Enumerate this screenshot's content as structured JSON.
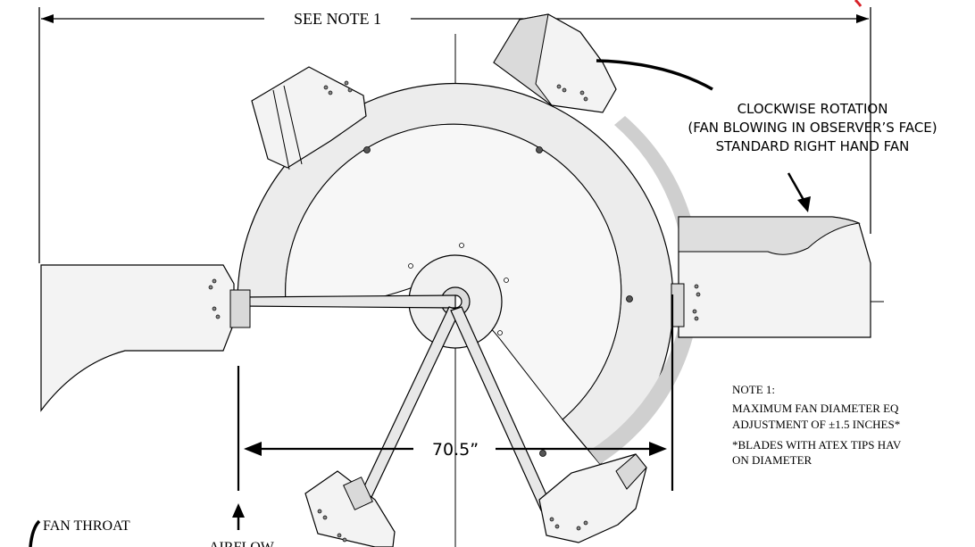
{
  "dimension_top": {
    "label": "SEE NOTE 1"
  },
  "rotation_callout": {
    "line1": "CLOCKWISE ROTATION",
    "line2": "(FAN BLOWING IN OBSERVER’S FACE)",
    "line3": "STANDARD RIGHT HAND FAN"
  },
  "dimension_bottom": {
    "label": "70.5”"
  },
  "note": {
    "heading": "NOTE 1:",
    "line1": "MAXIMUM FAN DIAMETER EQ",
    "line2": "ADJUSTMENT OF ±1.5 INCHES*",
    "line3": "*BLADES WITH ATEX TIPS HAV",
    "line4": "ON DIAMETER"
  },
  "fan_throat_label": "FAN THROAT",
  "airflow_label": "AIRFLOW",
  "colors": {
    "line": "#000000",
    "blade_fill": "#f3f3f3",
    "blade_shade": "#d9d9d9",
    "shroud_fill": "#ececec",
    "shroud_inner": "#f7f7f7",
    "accent_red": "#d8232a"
  }
}
